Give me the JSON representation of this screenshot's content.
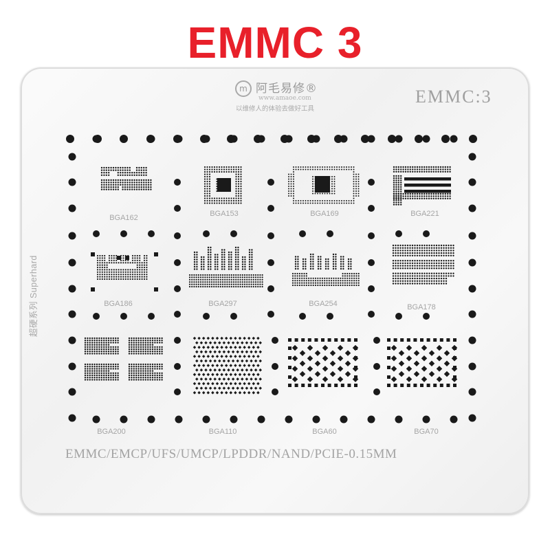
{
  "headline": "EMMC 3",
  "brand": {
    "logo_letter": "m",
    "name_cn": "阿毛易修®",
    "url": "www.amaoe.com",
    "slogan": "以维修人的体验去做好工具"
  },
  "model": "EMMC:3",
  "side_label": "超硬系列 Superhard",
  "spec_line": "EMMC/EMCP/UFS/UMCP/LPDDR/NAND/PCIE-0.15MM",
  "packages": [
    {
      "label": "BGA162",
      "pattern": "blocks"
    },
    {
      "label": "BGA153",
      "pattern": "ring"
    },
    {
      "label": "BGA169",
      "pattern": "ring-rounded"
    },
    {
      "label": "BGA221",
      "pattern": "bars"
    },
    {
      "label": "BGA186",
      "pattern": "blocks-framed"
    },
    {
      "label": "BGA297",
      "pattern": "columns"
    },
    {
      "label": "BGA254",
      "pattern": "columns-short"
    },
    {
      "label": "BGA178",
      "pattern": "rows"
    },
    {
      "label": "BGA200",
      "pattern": "four-blocks"
    },
    {
      "label": "BGA110",
      "pattern": "diamond-grid"
    },
    {
      "label": "BGA60",
      "pattern": "diamond-sparse"
    },
    {
      "label": "BGA70",
      "pattern": "diamond-sparse"
    }
  ],
  "colors": {
    "headline": "#e8202a",
    "plate": "#f4f4f4",
    "hole": "#1a1a1a",
    "etched_text": "#a5a5a5"
  }
}
